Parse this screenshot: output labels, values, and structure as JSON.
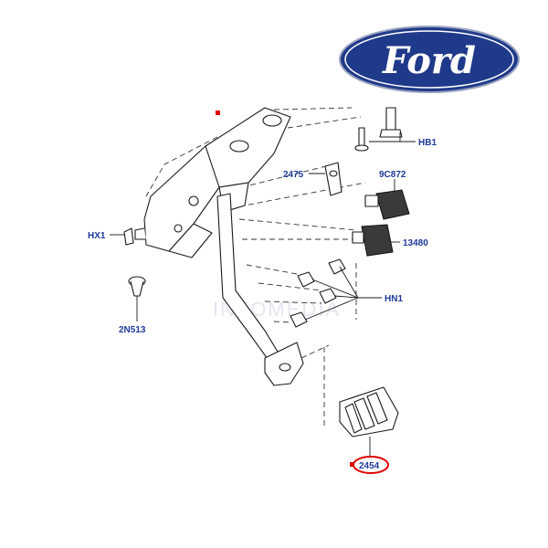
{
  "logo": {
    "text": "Ford",
    "oval_color": "#1f3a8a",
    "text_color": "#ffffff"
  },
  "watermark": {
    "text": "INFOMEDIA",
    "color": "#e3e6ee"
  },
  "colors": {
    "label": "#1f3a9a",
    "line": "#1a1a1a",
    "marker": "#e00000",
    "highlight": "#e00000"
  },
  "callouts": {
    "hb1": "HB1",
    "c2475": "2475",
    "c9c872": "9C872",
    "c13480": "13480",
    "hx1": "HX1",
    "c2n513": "2N513",
    "hn1": "HN1",
    "c2454": "2454"
  }
}
